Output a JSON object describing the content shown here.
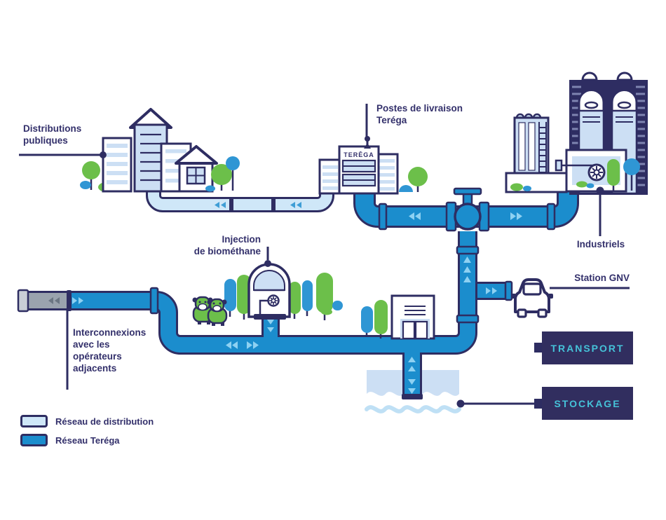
{
  "diagram": {
    "title": "Teréga gas network diagram",
    "callouts": {
      "distributions_publiques": "Distributions\npubliques",
      "postes_livraison": "Postes de livraison\nTeréga",
      "industriels": "Industriels",
      "station_gnv": "Station GNV",
      "injection_biomethane": "Injection\nde biométhane",
      "interconnexions": "Interconnexions\navec les\nopérateurs\nadjacents"
    },
    "boxes": {
      "transport": "TRANSPORT",
      "stockage": "STOCKAGE"
    },
    "building_sign": "TERĒGA",
    "legend": {
      "items": [
        {
          "label": "Réseau de distribution",
          "color": "#cfe7f8"
        },
        {
          "label": "Réseau Teréga",
          "color": "#1b8dcd"
        }
      ]
    },
    "colors": {
      "outline_navy": "#2e2d62",
      "text_navy": "#33306b",
      "terega_pipe_blue": "#1b8dcd",
      "distribution_pipe_light": "#cfe7f8",
      "chevron_light": "#8ed1f2",
      "chevron_medium": "#3f9ed6",
      "chevron_gray": "#6b7683",
      "vegetation_green": "#6cbf4a",
      "tree_blue": "#2f96d4",
      "building_fill_light": "#ccdff4",
      "box_background": "#312e5f",
      "box_text_teal": "#45c2d8",
      "adjacent_pipe_gray": "#9aa3ae"
    }
  }
}
